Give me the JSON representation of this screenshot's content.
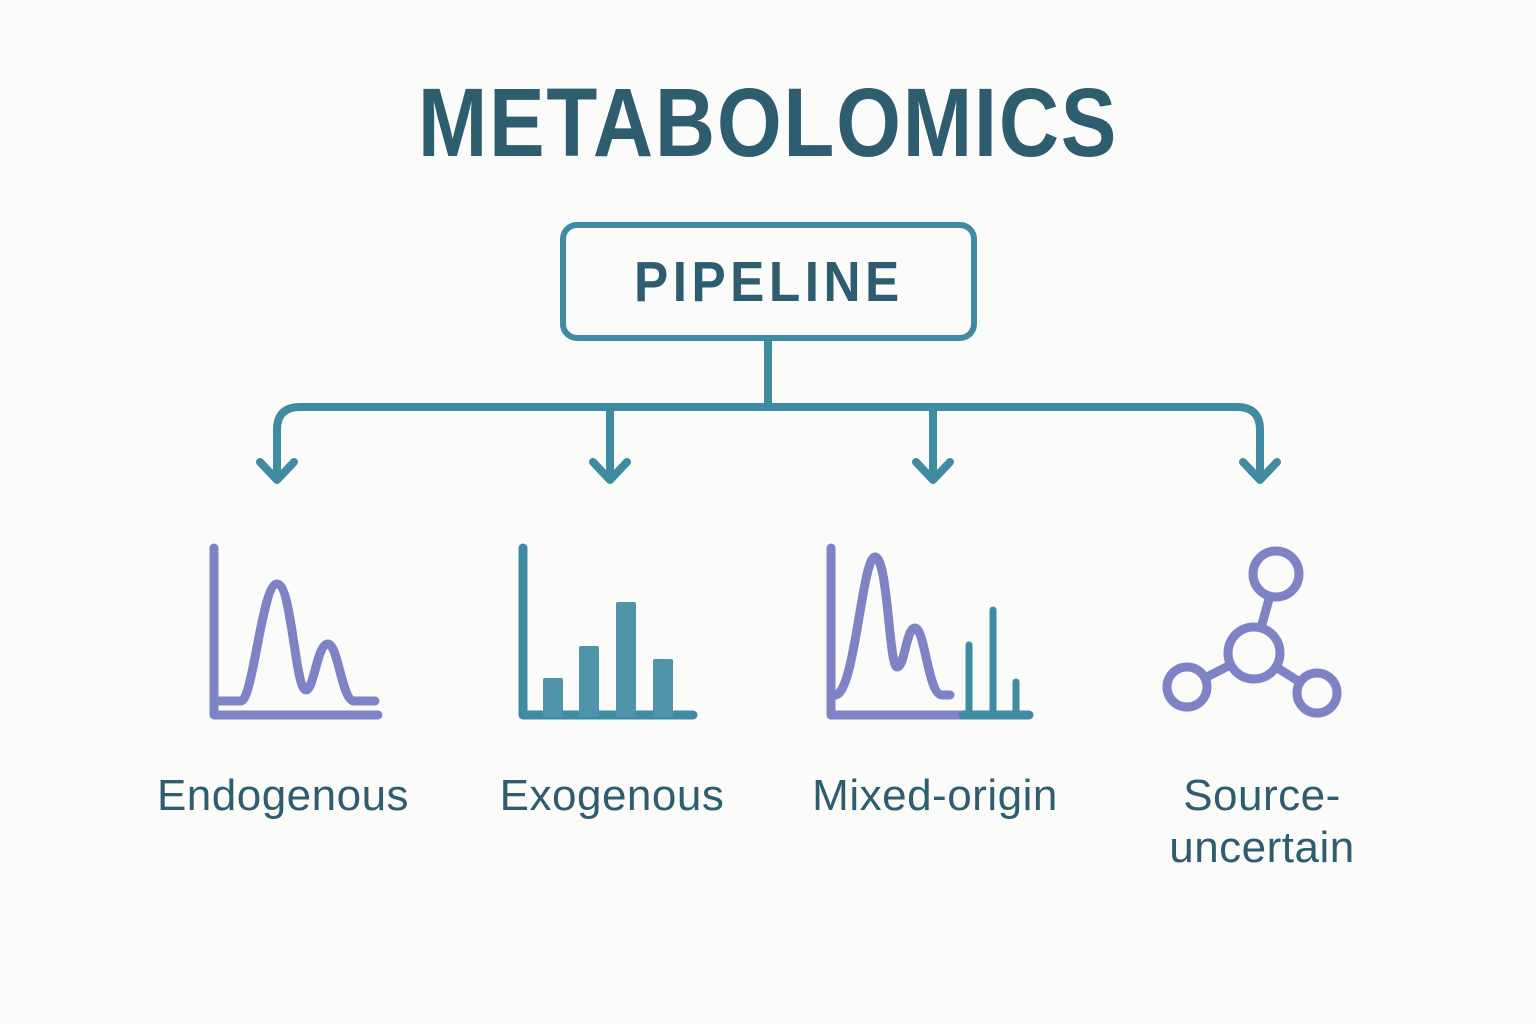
{
  "diagram": {
    "title": "METABOLOMICS",
    "root_node": {
      "label": "PIPELINE"
    },
    "branches": [
      {
        "label": "Endogenous",
        "icon": "chromatogram-curve-icon"
      },
      {
        "label": "Exogenous",
        "icon": "bar-chart-icon"
      },
      {
        "label": "Mixed-origin",
        "icon": "curve-with-spikes-icon"
      },
      {
        "label": "Source-uncertain",
        "icon": "molecule-network-icon"
      }
    ]
  },
  "colors": {
    "teal_stroke": "#3F8CA2",
    "teal_fill": "#4F94A8",
    "dark_teal_text": "#2E5D70",
    "purple": "#7E83C6",
    "background": "#FBFBF9"
  }
}
